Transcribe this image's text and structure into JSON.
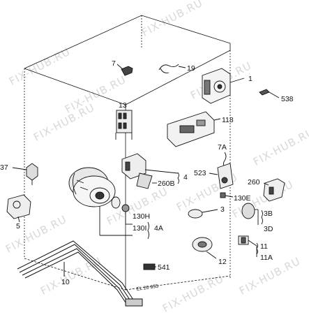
{
  "watermark": {
    "text": "FIX-HUB.RU",
    "color": "#d8d8d8"
  },
  "callouts": [
    "7",
    "19",
    "1",
    "538",
    "13",
    "118",
    "7A",
    "4",
    "260B",
    "523",
    "260",
    "130E",
    "37",
    "3",
    "3B",
    "3D",
    "5",
    "130H",
    "130I",
    "4A",
    "11",
    "11A",
    "12",
    "541",
    "10"
  ],
  "stamp": "EL 20 955",
  "colors": {
    "line": "#111111",
    "background": "#ffffff"
  }
}
